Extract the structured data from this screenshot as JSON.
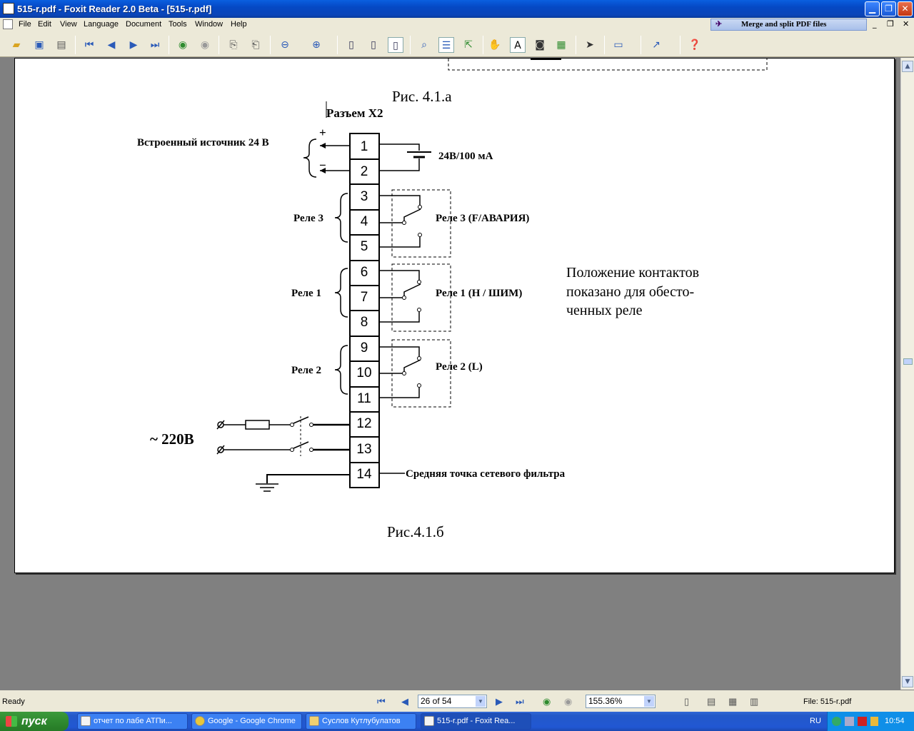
{
  "window": {
    "title": "515-r.pdf - Foxit Reader 2.0 Beta - [515-r.pdf]",
    "min_icon": "minimize-icon",
    "max_icon": "maximize-icon",
    "close_icon": "close-icon"
  },
  "menu": {
    "items": [
      "File",
      "Edit",
      "View",
      "Language",
      "Document",
      "Tools",
      "Window",
      "Help"
    ],
    "merge_banner": "Merge and split PDF files",
    "mdi_min": "_",
    "mdi_restore": "❐",
    "mdi_close": "✕"
  },
  "toolbar": {
    "icons": [
      "open-icon",
      "save-icon",
      "print-icon",
      "first-page-icon",
      "prev-page-icon",
      "next-page-icon",
      "last-page-icon",
      "back-icon",
      "forward-icon",
      "copy-icon",
      "paste-icon",
      "zoom-out-icon",
      "zoom-in-icon",
      "single-page-icon",
      "continuous-icon",
      "facing-icon",
      "find-icon",
      "bookmark-panel-icon",
      "export-icon",
      "hand-tool-icon",
      "text-select-icon",
      "snapshot-icon",
      "image-icon",
      "select-icon",
      "annotation-icon",
      "typewriter-icon",
      "help-icon"
    ]
  },
  "document": {
    "fig_a_caption": "Рис. 4.1.а",
    "connector_title": "Разъем Х2",
    "builtin_source_label": "Встроенный источник 24 В",
    "plus": "+",
    "minus": "−",
    "supply_label": "24В/100 мА",
    "terminals": [
      "1",
      "2",
      "3",
      "4",
      "5",
      "6",
      "7",
      "8",
      "9",
      "10",
      "11",
      "12",
      "13",
      "14"
    ],
    "relay3_group": "Реле 3",
    "relay3_label": "Реле 3 (F/АВАРИЯ)",
    "relay1_group": "Реле 1",
    "relay1_label": "Реле 1 (Н / ШИМ)",
    "relay2_group": "Реле 2",
    "relay2_label": "Реле 2 (L)",
    "note_line1": "Положение контактов",
    "note_line2": "показано для обесто-",
    "note_line3": "ченных реле",
    "mains_label": "~ 220В",
    "filter_label": "Средняя точка сетевого фильтра",
    "fig_b_caption": "Рис.4.1.б"
  },
  "status": {
    "ready": "Ready",
    "page": "26 of 54",
    "zoom": "155.36%",
    "file": "File: 515-r.pdf"
  },
  "taskbar": {
    "start": "пуск",
    "tasks": [
      "отчет по лабе АТПи...",
      "Google - Google Chrome",
      "Суслов Кутлубулатов",
      "515-r.pdf - Foxit Rea..."
    ],
    "lang": "RU",
    "clock": "10:54"
  },
  "colors": {
    "titlebar": "#0548c4",
    "chrome": "#ece9d8",
    "doc_bg": "#808080",
    "taskbar": "#2459c8",
    "start": "#2f8a2f"
  }
}
